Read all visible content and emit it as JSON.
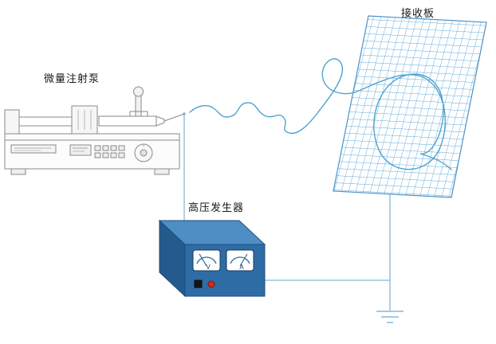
{
  "diagram": {
    "labels": {
      "syringe_pump": "微量注射泵",
      "hv_generator": "高压发生器",
      "collector_plate": "接收板"
    },
    "generator_meters": {
      "voltmeter": "V",
      "ammeter": "A"
    },
    "colors": {
      "generator_front": "#2e6ca6",
      "generator_top": "#4e8ec4",
      "generator_side": "#245a8c",
      "meter_face": "#ffffff",
      "indicator_red": "#d22a1e",
      "indicator_black": "#151515",
      "wire": "#85b7d9",
      "jet": "#4fa3d1",
      "grid_line": "#57a5d5",
      "grid_border": "#4a94c8",
      "pump_outline": "#8a8a8a"
    }
  }
}
